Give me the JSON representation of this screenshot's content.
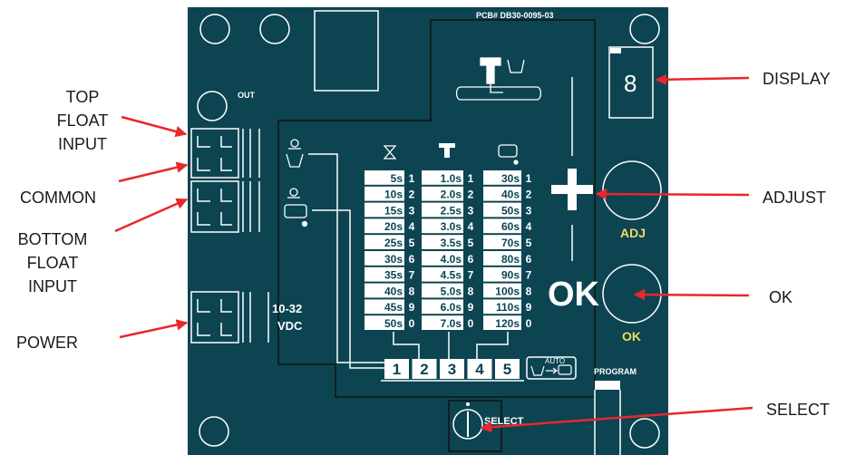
{
  "board": {
    "pcb_number": "PCB#   DB30-0095-03",
    "out_label": "OUT",
    "voltage_line1": "10-32",
    "voltage_line2": "VDC",
    "adj_label": "ADJ",
    "ok_label": "OK",
    "ok_big": "OK",
    "program_label": "PROGRAM",
    "select_label": "SELECT",
    "auto_label": "AUTO",
    "display_digit": "8"
  },
  "table": {
    "col1": [
      "5s",
      "10s",
      "15s",
      "20s",
      "25s",
      "30s",
      "35s",
      "40s",
      "45s",
      "50s"
    ],
    "col2": [
      "1.0s",
      "2.0s",
      "2.5s",
      "3.0s",
      "3.5s",
      "4.0s",
      "4.5s",
      "5.0s",
      "6.0s",
      "7.0s"
    ],
    "col3": [
      "30s",
      "40s",
      "50s",
      "60s",
      "70s",
      "80s",
      "90s",
      "100s",
      "110s",
      "120s"
    ],
    "indices": [
      "1",
      "2",
      "3",
      "4",
      "5",
      "6",
      "7",
      "8",
      "9",
      "0"
    ],
    "select_positions": [
      "1",
      "2",
      "3",
      "4",
      "5"
    ]
  },
  "callouts": {
    "top_float": [
      "TOP",
      "FLOAT",
      "INPUT"
    ],
    "common": "COMMON",
    "bottom_float": [
      "BOTTOM",
      "FLOAT",
      "INPUT"
    ],
    "power": "POWER",
    "display": "DISPLAY",
    "adjust": "ADJUST",
    "ok": "OK",
    "select": "SELECT"
  },
  "colors": {
    "board": "#0c4452",
    "line": "#ffffff",
    "accent": "#f2d95c",
    "arrow": "#e8282b"
  }
}
